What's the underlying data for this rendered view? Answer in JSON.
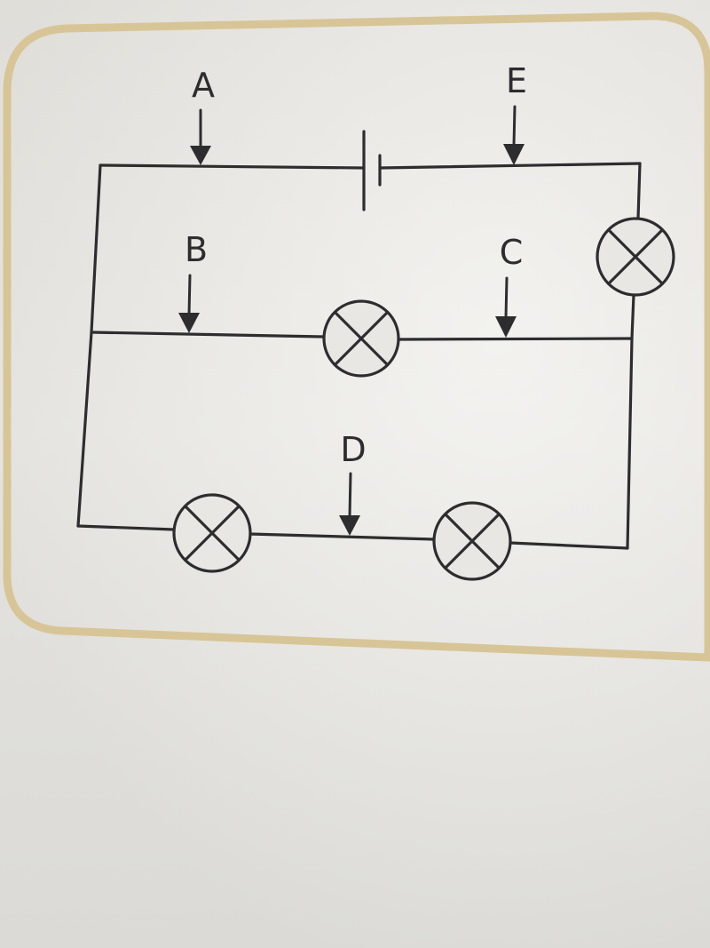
{
  "diagram": {
    "type": "electric circuit",
    "labels": {
      "A": "A",
      "B": "B",
      "C": "C",
      "D": "D",
      "E": "E"
    },
    "components": {
      "cell": "battery-cell",
      "lamps": [
        "lamp-top-right",
        "lamp-middle",
        "lamp-bottom-left",
        "lamp-bottom-right"
      ]
    },
    "colors": {
      "line": "#2d2d2f",
      "frame": "#d8c597",
      "background": "#eceae6"
    }
  }
}
